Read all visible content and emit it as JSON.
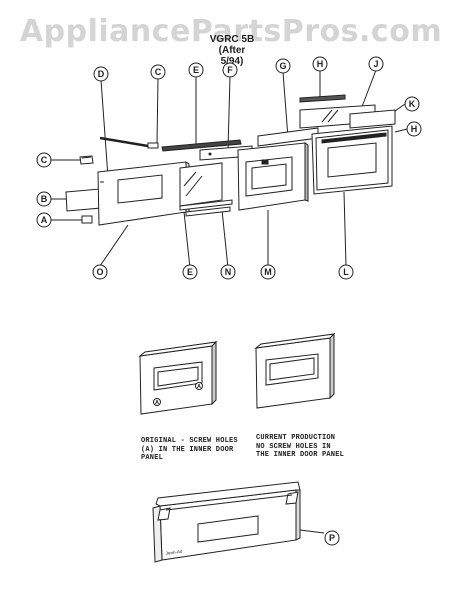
{
  "watermark": "AppliancePartsPros.com",
  "model": {
    "line1": "VGRC 5B",
    "line2": "(After 5/94)"
  },
  "callouts": [
    "D",
    "C",
    "E",
    "F",
    "G",
    "H",
    "J",
    "K",
    "H",
    "C",
    "B",
    "A",
    "O",
    "E",
    "N",
    "M",
    "L",
    "P"
  ],
  "notes": {
    "original": [
      "ORIGINAL - SCREW HOLES",
      "(A) IN THE INNER DOOR",
      "PANEL"
    ],
    "current": [
      "CURRENT PRODUCTION",
      "NO SCREW HOLES IN",
      "THE INNER DOOR PANEL"
    ]
  },
  "panel_marks": {
    "original_a1": "A",
    "original_a2": "A"
  },
  "handle_brand": "Jenn-Air"
}
